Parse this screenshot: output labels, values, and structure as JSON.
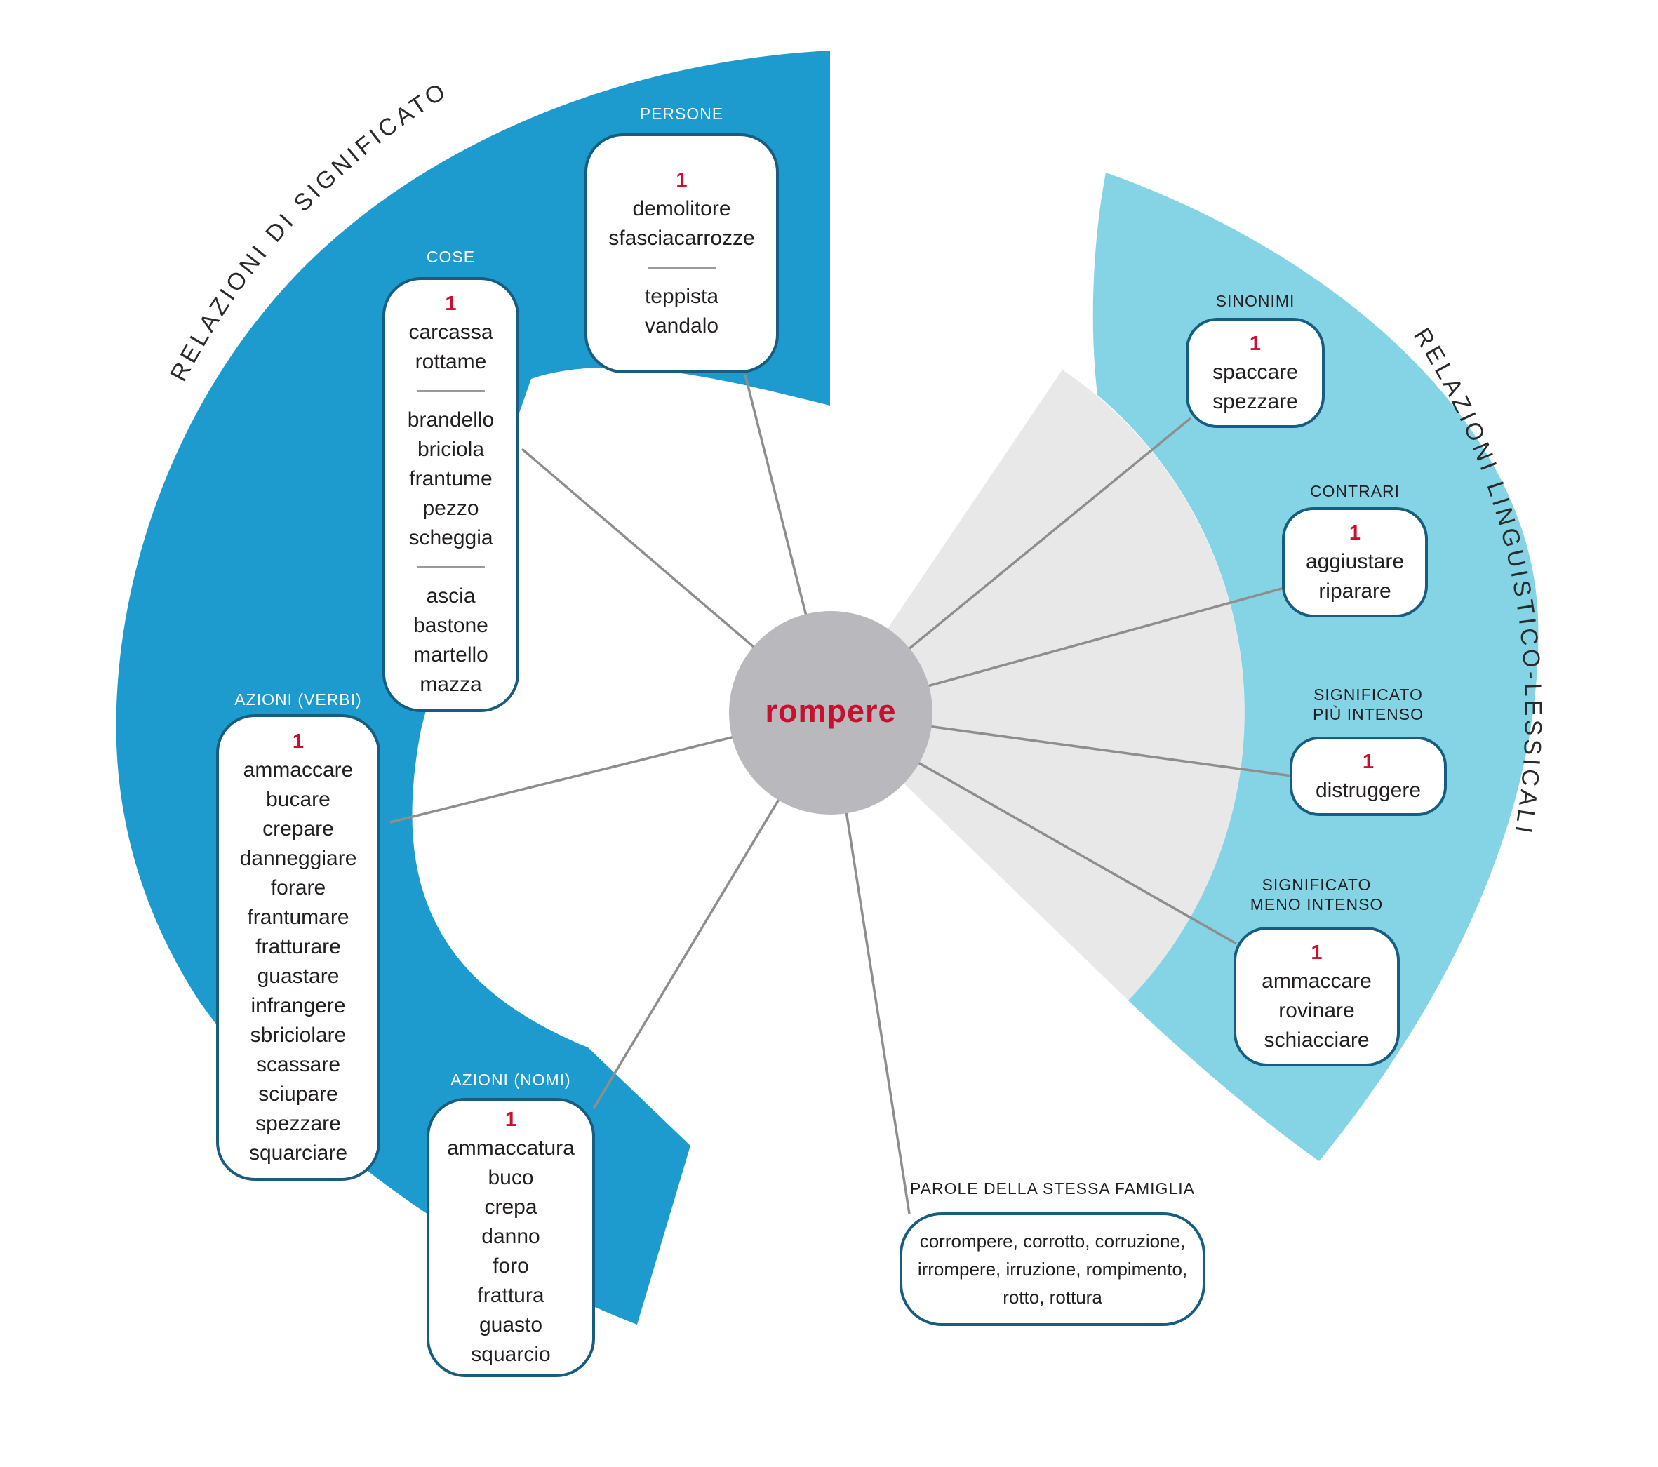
{
  "arc_labels": {
    "left": "RELAZIONI DI SIGNIFICATO",
    "right": "RELAZIONI LINGUISTICO-LESSICALI"
  },
  "center": {
    "word": "rompere"
  },
  "nodes": {
    "persone": {
      "label": "PERSONE",
      "index": "1",
      "group1": [
        "demolitore",
        "sfasciacarrozze"
      ],
      "group2": [
        "teppista",
        "vandalo"
      ]
    },
    "cose": {
      "label": "COSE",
      "index": "1",
      "group1": [
        "carcassa",
        "rottame"
      ],
      "group2": [
        "brandello",
        "briciola",
        "frantume",
        "pezzo",
        "scheggia"
      ],
      "group3": [
        "ascia",
        "bastone",
        "martello",
        "mazza"
      ]
    },
    "azioni_verbi": {
      "label": "AZIONI (VERBI)",
      "index": "1",
      "words": [
        "ammaccare",
        "bucare",
        "crepare",
        "danneggiare",
        "forare",
        "frantumare",
        "fratturare",
        "guastare",
        "infrangere",
        "sbriciolare",
        "scassare",
        "sciupare",
        "spezzare",
        "squarciare"
      ]
    },
    "azioni_nomi": {
      "label": "AZIONI (NOMI)",
      "index": "1",
      "words": [
        "ammaccatura",
        "buco",
        "crepa",
        "danno",
        "foro",
        "frattura",
        "guasto",
        "squarcio"
      ]
    },
    "sinonimi": {
      "label": "SINONIMI",
      "index": "1",
      "words": [
        "spaccare",
        "spezzare"
      ]
    },
    "contrari": {
      "label": "CONTRARI",
      "index": "1",
      "words": [
        "aggiustare",
        "riparare"
      ]
    },
    "piu_intenso": {
      "label_line1": "SIGNIFICATO",
      "label_line2": "PIÙ INTENSO",
      "index": "1",
      "words": [
        "distruggere"
      ]
    },
    "meno_intenso": {
      "label_line1": "SIGNIFICATO",
      "label_line2": "MENO INTENSO",
      "index": "1",
      "words": [
        "ammaccare",
        "rovinare",
        "schiacciare"
      ]
    },
    "famiglia": {
      "label": "PAROLE DELLA STESSA FAMIGLIA",
      "lines": [
        "corrompere, corrotto, corruzione,",
        "irrompere, irruzione, rompimento,",
        "rotto, rottura"
      ]
    }
  },
  "colors": {
    "dark_blue": "#1d9bce",
    "light_blue": "#84d4e6",
    "wedge_gray": "#e8e8e8",
    "circle_gray": "#b9b9bd",
    "box_border": "#175d80",
    "accent_red": "#c8102e",
    "connector_gray": "#8e8e8e",
    "text_dark": "#231f20"
  }
}
